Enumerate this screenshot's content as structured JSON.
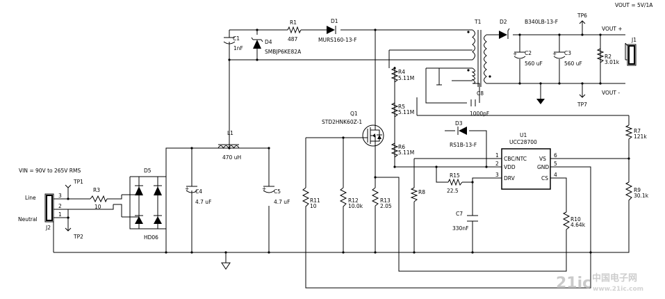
{
  "vin": "VIN = 90V to 265V RMS",
  "vout_spec": "VOUT = 5V/1A",
  "j2": {
    "name": "J2",
    "line": "Line",
    "neutral": "Neutral",
    "pins": [
      "3",
      "2",
      "1"
    ]
  },
  "tp1": "TP1",
  "tp2": "TP2",
  "tp6": "TP6",
  "tp7": "TP7",
  "r3": {
    "name": "R3",
    "value": "10"
  },
  "d5": {
    "name": "D5",
    "part": "HD06"
  },
  "l1": {
    "name": "L1",
    "value": "470 uH"
  },
  "c4": {
    "name": "C4",
    "value": "4.7 uF"
  },
  "c5": {
    "name": "C5",
    "value": "4.7 uF"
  },
  "c1": {
    "name": "C1",
    "value": "1nF"
  },
  "d4": {
    "name": "D4",
    "part": "SMBJP6KE82A"
  },
  "r1": {
    "name": "R1",
    "value": "487"
  },
  "d1": {
    "name": "D1",
    "part": "MURS160-13-F"
  },
  "t1": "T1",
  "d2": {
    "name": "D2",
    "part": "B340LB-13-F"
  },
  "c2": {
    "name": "C2",
    "value": "560 uF"
  },
  "c3": {
    "name": "C3",
    "value": "560 uF"
  },
  "r2": {
    "name": "R2",
    "value": "3.01k"
  },
  "j1": "J1",
  "vout_plus": "VOUT +",
  "vout_minus": "VOUT -",
  "c8": {
    "name": "C8",
    "value": "1000pF"
  },
  "r4": {
    "name": "R4",
    "value": "5.11M"
  },
  "r5": {
    "name": "R5",
    "value": "5.11M"
  },
  "r6": {
    "name": "R6",
    "value": "5.11M"
  },
  "q1": {
    "name": "Q1",
    "part": "STD2HNK60Z-1"
  },
  "d3": {
    "name": "D3",
    "part": "RS1B-13-F"
  },
  "u1": {
    "name": "U1",
    "part": "UCC28700",
    "pins": [
      "CBC/NTC",
      "VDD",
      "DRV",
      "VS",
      "GND",
      "CS"
    ],
    "pin_numbers": [
      "1",
      "2",
      "3",
      "6",
      "5",
      "4"
    ]
  },
  "r7": {
    "name": "R7",
    "value": "121k"
  },
  "r9": {
    "name": "R9",
    "value": "30.1k"
  },
  "r8": {
    "name": "R8"
  },
  "r15": {
    "name": "R15",
    "value": "22.5"
  },
  "c7": {
    "name": "C7",
    "value": "330nF"
  },
  "r10": {
    "name": "R10",
    "value": "4.64k"
  },
  "r11": {
    "name": "R11",
    "value": "10"
  },
  "r12": {
    "name": "R12",
    "value": "10.0k"
  },
  "r13": {
    "name": "R13",
    "value": "2.05"
  },
  "watermark": {
    "logo": "21ic",
    "brand": "中国电子网",
    "url": "www.21ic.com"
  }
}
